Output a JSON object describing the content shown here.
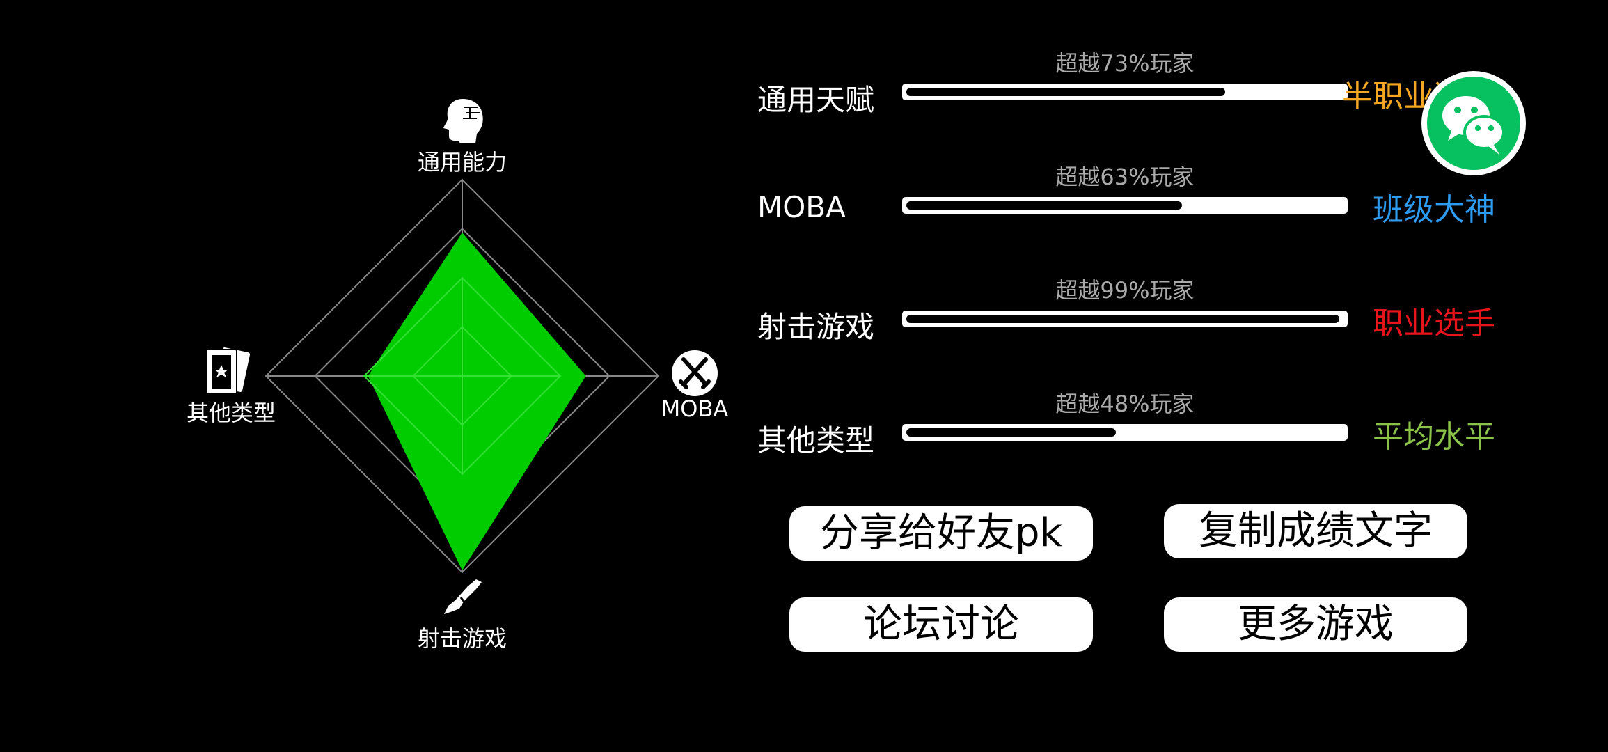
{
  "radar": {
    "axes": [
      {
        "label": "通用能力",
        "icon": "head-profile-icon",
        "value": 0.73
      },
      {
        "label": "MOBA",
        "icon": "crossed-swords-icon",
        "value": 0.63
      },
      {
        "label": "射击游戏",
        "icon": "rifle-icon",
        "value": 0.99
      },
      {
        "label": "其他类型",
        "icon": "star-card-icon",
        "value": 0.48
      }
    ],
    "fill_color": "#00cc00",
    "grid_color": "#888888"
  },
  "stats": [
    {
      "name": "通用天赋",
      "percent_text": "超越73%玩家",
      "value": 0.73,
      "rank": "半职业选手",
      "rank_color": "#f5a623"
    },
    {
      "name": "MOBA",
      "percent_text": "超越63%玩家",
      "value": 0.63,
      "rank": "班级大神",
      "rank_color": "#2d9bf0"
    },
    {
      "name": "射击游戏",
      "percent_text": "超越99%玩家",
      "value": 0.99,
      "rank": "职业选手",
      "rank_color": "#e8141c"
    },
    {
      "name": "其他类型",
      "percent_text": "超越48%玩家",
      "value": 0.48,
      "rank": "平均水平",
      "rank_color": "#8bc34a"
    }
  ],
  "buttons": {
    "share": "分享给好友pk",
    "copy": "复制成绩文字",
    "forum": "论坛讨论",
    "more": "更多游戏"
  },
  "wechat": {
    "icon": "wechat-icon",
    "color": "#07c160"
  }
}
